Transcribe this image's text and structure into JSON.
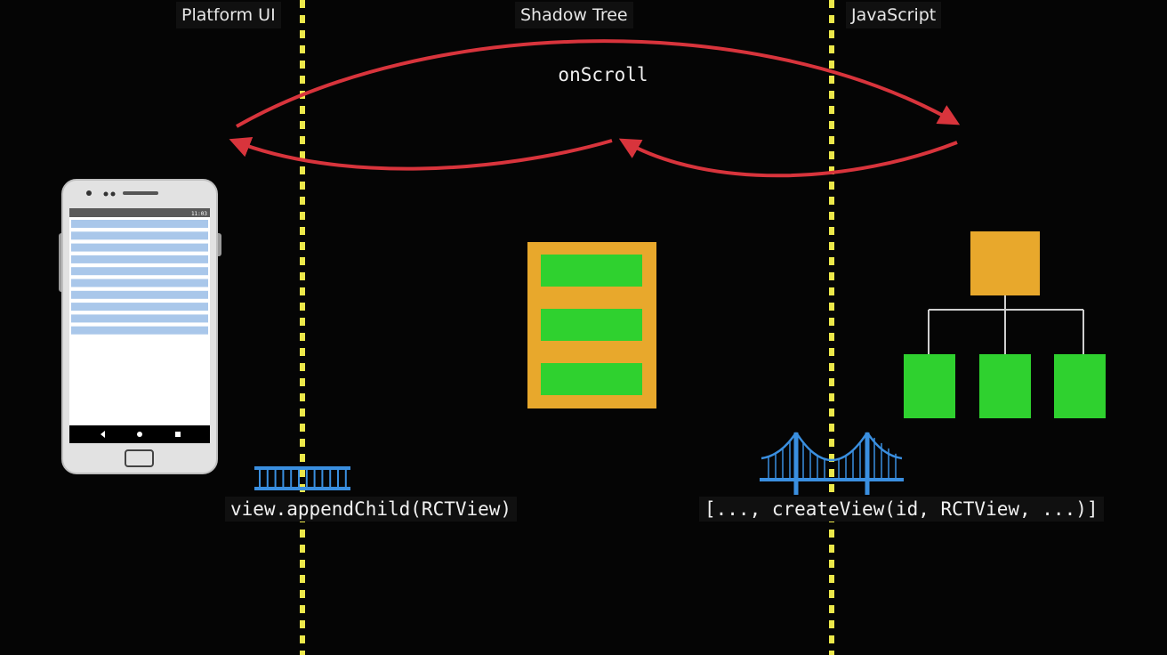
{
  "columns": {
    "platform_ui": "Platform UI",
    "shadow_tree": "Shadow Tree",
    "javascript": "JavaScript"
  },
  "event_label": "onScroll",
  "bridge_calls": {
    "platform": "view.appendChild(RCTView)",
    "javascript": "[..., createView(id, RCTView, ...)]"
  },
  "icons": {
    "phone": "android-phone-icon",
    "bridge_short": "bridge-icon",
    "bridge_suspension": "suspension-bridge-icon"
  },
  "colors": {
    "background": "#050505",
    "divider": "#ece84a",
    "arrow": "#d8343c",
    "container": "#e8a82c",
    "child": "#2fd12f",
    "bridge": "#3a8fe0",
    "list_row": "#a9c7ea",
    "tree_line": "#cfcfcf"
  },
  "phone_status_time": "11:03"
}
